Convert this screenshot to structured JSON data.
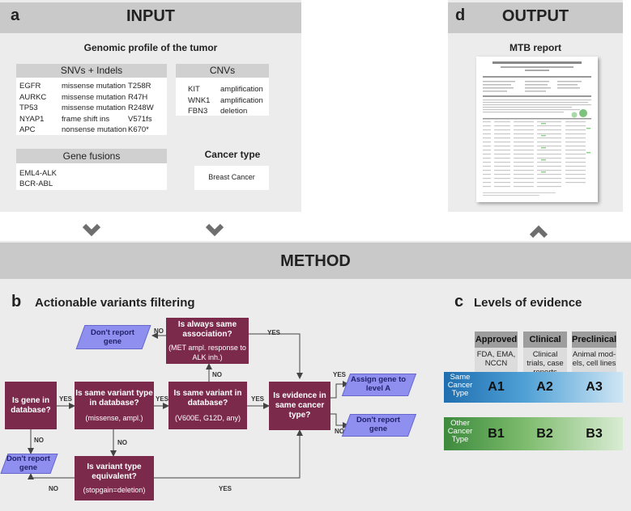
{
  "panel_a": {
    "letter": "a",
    "title": "INPUT",
    "subtitle": "Genomic profile of the tumor",
    "snvs": {
      "header": "SNVs + Indels",
      "rows": [
        {
          "gene": "EGFR",
          "type": "missense mutation",
          "change": "T258R"
        },
        {
          "gene": "AURKC",
          "type": "missense mutation",
          "change": "R47H"
        },
        {
          "gene": "TP53",
          "type": "missense mutation",
          "change": "R248W"
        },
        {
          "gene": "NYAP1",
          "type": "frame shift ins",
          "change": "V571fs"
        },
        {
          "gene": "APC",
          "type": "nonsense mutation",
          "change": "K670*"
        }
      ]
    },
    "cnvs": {
      "header": "CNVs",
      "rows": [
        {
          "gene": "KIT",
          "type": "amplification"
        },
        {
          "gene": "WNK1",
          "type": "amplification"
        },
        {
          "gene": "FBN3",
          "type": "deletion"
        }
      ]
    },
    "fusions": {
      "header": "Gene fusions",
      "rows": [
        "EML4-ALK",
        "BCR-ABL"
      ]
    },
    "cancer": {
      "header": "Cancer type",
      "value": "Breast Cancer"
    }
  },
  "panel_d": {
    "letter": "d",
    "title": "OUTPUT",
    "subtitle": "MTB report"
  },
  "method": {
    "title": "METHOD"
  },
  "panel_b": {
    "letter": "b",
    "title": "Actionable variants filtering",
    "boxes": {
      "gene_in_db": "Is gene in database?",
      "same_type_q": "Is same variant type in database?",
      "same_type_ex": "(missense, ampl.)",
      "same_variant_q": "Is same variant in database?",
      "same_variant_ex": "(V600E, G12D, any)",
      "evidence_q": "Is evidence in same cancer type?",
      "always_same_q": "Is always same association?",
      "always_same_ex": "(MET ampl. response to ALK inh.)",
      "equivalent_q": "Is variant type equivalent?",
      "equivalent_ex": "(stopgain=deletion)"
    },
    "parallelograms": {
      "dont_report_top": "Don't report gene",
      "dont_report_left": "Don't report gene",
      "assign_a": "Assign gene to level A",
      "dont_report_right": "Don't report gene"
    },
    "labels": {
      "yes": "YES",
      "no": "NO"
    }
  },
  "panel_c": {
    "letter": "c",
    "title": "Levels of evidence",
    "columns": [
      {
        "header": "Approved",
        "desc": "FDA, EMA, NCCN"
      },
      {
        "header": "Clinical",
        "desc": "Clinical trials, case reports"
      },
      {
        "header": "Preclinical",
        "desc": "Animal mod-els, cell lines"
      }
    ],
    "rows": [
      {
        "label": "Same Cancer Type",
        "levels": [
          "A1",
          "A2",
          "A3"
        ],
        "color": "#2f8ac4"
      },
      {
        "label": "Other Cancer Type",
        "levels": [
          "B1",
          "B2",
          "B3"
        ],
        "color": "#4f9a4f"
      }
    ]
  }
}
